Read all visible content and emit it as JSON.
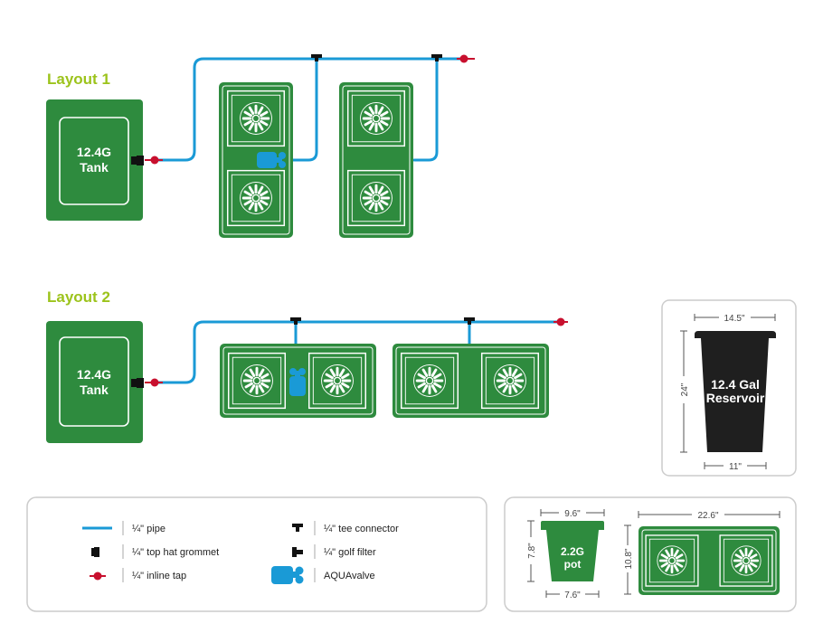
{
  "layout1": {
    "title": "Layout 1",
    "tank_line1": "12.4G",
    "tank_line2": "Tank"
  },
  "layout2": {
    "title": "Layout 2",
    "tank_line1": "12.4G",
    "tank_line2": "Tank"
  },
  "reservoir": {
    "line1": "12.4 Gal",
    "line2": "Reservoir",
    "top_width": "14.5\"",
    "height": "24\"",
    "bottom_width": "11\""
  },
  "legend": {
    "pipe": "¼\" pipe",
    "grommet": "¼\" top hat grommet",
    "tap": "¼\" inline tap",
    "tee": "¼\" tee connector",
    "filter": "¼\" golf filter",
    "aquavalve": "AQUAvalve"
  },
  "pot": {
    "line1": "2.2G",
    "line2": "pot",
    "top_width": "9.6\"",
    "height": "7.8\"",
    "bottom_width": "7.6\""
  },
  "tray": {
    "width": "22.6\"",
    "height": "10.8\""
  },
  "colors": {
    "green": "#2e8b3e",
    "pipe_blue": "#1a9ad6",
    "tap_red": "#c8102e",
    "title_green": "#9cc31b",
    "reservoir_black": "#1f1f1f"
  }
}
